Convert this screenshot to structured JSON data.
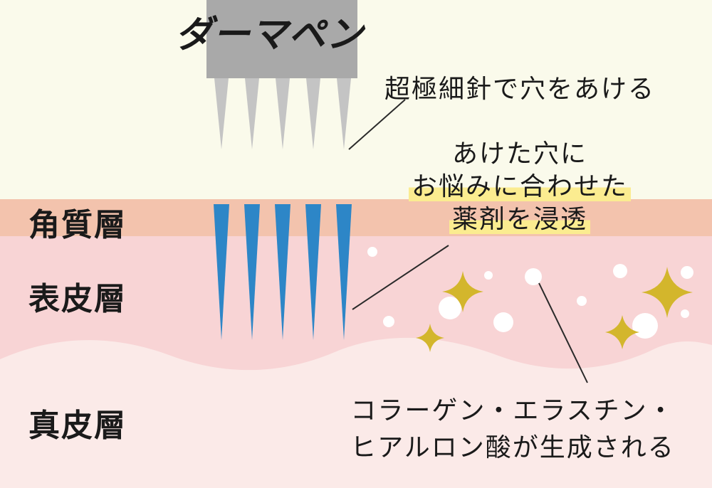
{
  "title": "ダーマペン",
  "layers": {
    "stratum_corneum": "角質層",
    "epidermis": "表皮層",
    "dermis": "真皮層"
  },
  "annotations": {
    "needle": "超極細針で穴をあける",
    "drug_line1": "あけた穴に",
    "drug_line2": "お悩みに合わせた",
    "drug_line3": "薬剤を浸透",
    "result_line1": "コラーゲン・エラスチン・",
    "result_line2": "ヒアルロン酸が生成される"
  },
  "colors": {
    "background": "#fafaeb",
    "stratum_corneum": "#f3c3ad",
    "epidermis": "#f8d4d5",
    "dermis": "#fbeae8",
    "device": "#a9a9a9",
    "needle_outside": "#c4c4c4",
    "needle_inside": "#2d86c7",
    "highlight": "#fbec90",
    "sparkle": "#d3b62c"
  }
}
